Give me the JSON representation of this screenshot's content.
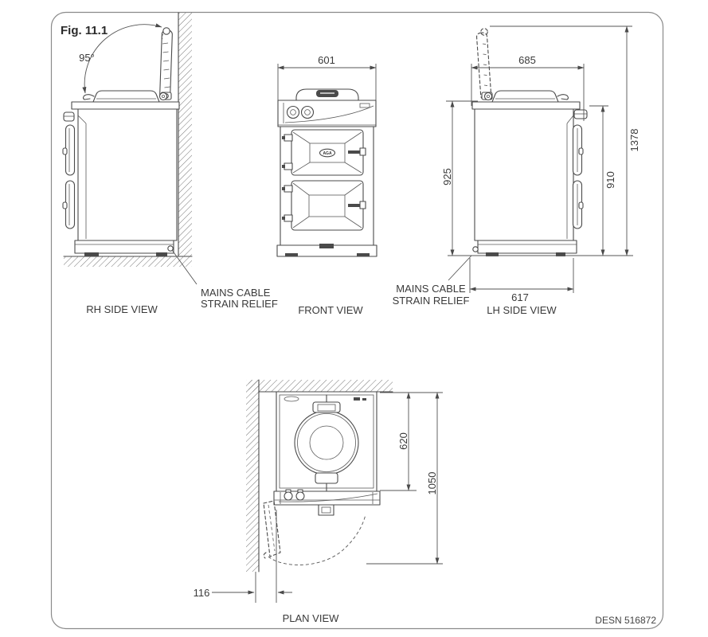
{
  "figure": {
    "title": "Fig. 11.1",
    "design_ref": "DESN 516872"
  },
  "views": {
    "rh_side": {
      "label": "RH SIDE VIEW",
      "lid_open_angle": "95°",
      "note_line1": "MAINS CABLE",
      "note_line2": "STRAIN RELIEF"
    },
    "front": {
      "label": "FRONT VIEW",
      "width_mm": "601",
      "badge": "AGA"
    },
    "lh_side": {
      "label": "LH SIDE VIEW",
      "depth_over_handles_mm": "685",
      "height_to_hob_mm": "925",
      "height_to_plate_mm": "910",
      "height_lid_open_mm": "1378",
      "base_depth_mm": "617",
      "note_line1": "MAINS CABLE",
      "note_line2": "STRAIN RELIEF"
    },
    "plan": {
      "label": "PLAN VIEW",
      "body_depth_mm": "620",
      "depth_door_open_mm": "1050",
      "wall_gap_mm": "116"
    }
  }
}
